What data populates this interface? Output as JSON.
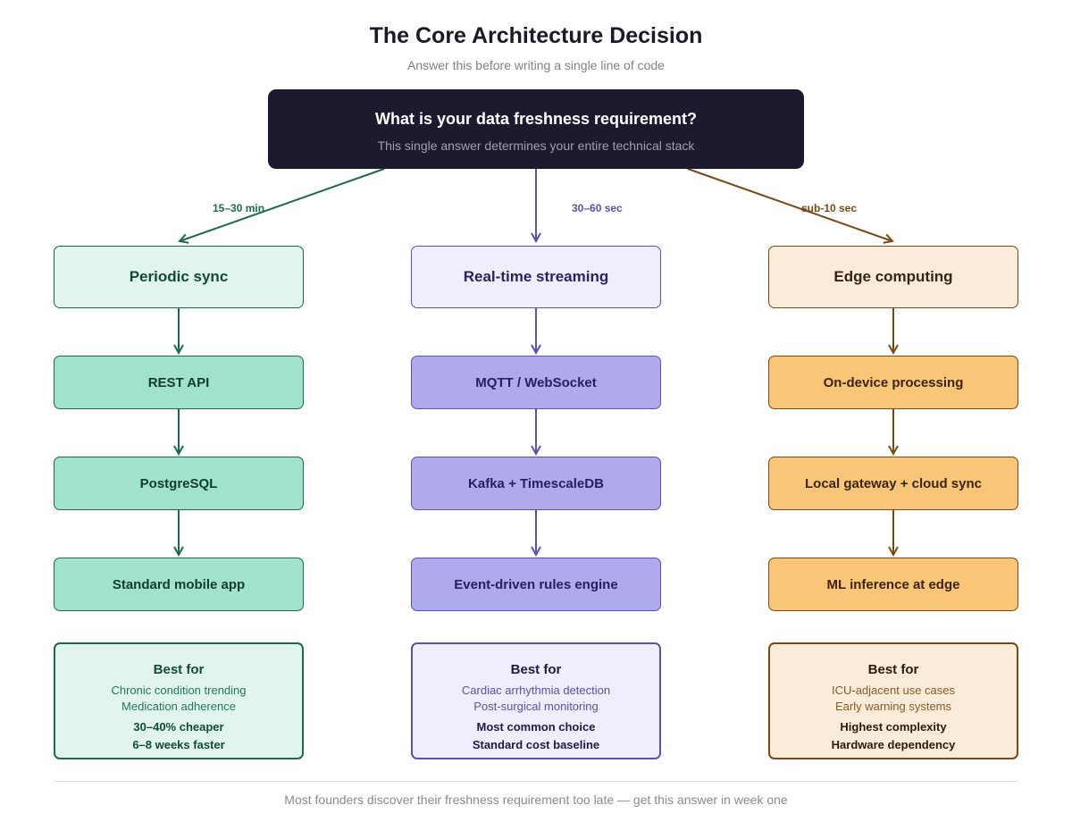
{
  "header": {
    "title": "The Core Architecture Decision",
    "subtitle": "Answer this before writing a single line of code"
  },
  "question": {
    "title": "What is your data freshness requirement?",
    "subtitle": "This single answer determines your entire technical stack"
  },
  "colors": {
    "question_bg": "#1c1b2e",
    "green": "#1a6b4e",
    "purple": "#5a4fb3",
    "orange": "#7a4a12"
  },
  "columns": [
    {
      "edge_label": "15–30 min",
      "heading": "Periodic sync",
      "steps": [
        "REST API",
        "PostgreSQL",
        "Standard mobile app"
      ],
      "best_for": {
        "title": "Best for",
        "uses": [
          "Chronic condition trending",
          "Medication adherence"
        ],
        "notes": [
          "30–40% cheaper",
          "6–8 weeks faster"
        ]
      }
    },
    {
      "edge_label": "30–60 sec",
      "heading": "Real-time streaming",
      "steps": [
        "MQTT / WebSocket",
        "Kafka + TimescaleDB",
        "Event-driven rules engine"
      ],
      "best_for": {
        "title": "Best for",
        "uses": [
          "Cardiac arrhythmia detection",
          "Post-surgical monitoring"
        ],
        "notes": [
          "Most common choice",
          "Standard cost baseline"
        ]
      }
    },
    {
      "edge_label": "sub-10 sec",
      "heading": "Edge computing",
      "steps": [
        "On-device processing",
        "Local gateway + cloud sync",
        "ML inference at edge"
      ],
      "best_for": {
        "title": "Best for",
        "uses": [
          "ICU-adjacent use cases",
          "Early warning systems"
        ],
        "notes": [
          "Highest complexity",
          "Hardware dependency"
        ]
      }
    }
  ],
  "footer": "Most founders discover their freshness requirement too late — get this answer in week one"
}
